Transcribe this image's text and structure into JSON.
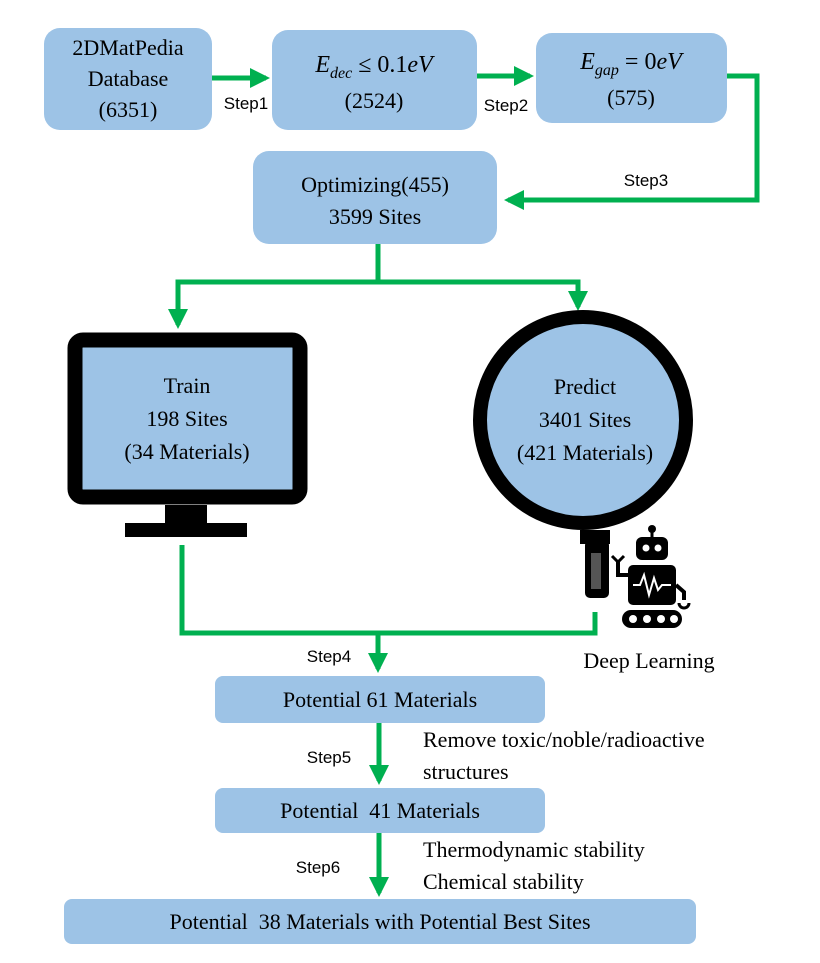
{
  "nodes": {
    "db": {
      "line1": "2DMatPedia",
      "line2": "Database",
      "line3": "(6351)"
    },
    "edec": {
      "var": "E",
      "sub": "dec",
      "rel": " ≤ 0.1",
      "unit": "eV",
      "count": "(2524)"
    },
    "egap": {
      "var": "E",
      "sub": "gap",
      "rel": " = 0",
      "unit": "eV",
      "count": "(575)"
    },
    "opt": {
      "line1": "Optimizing(455)",
      "line2": "3599 Sites"
    },
    "train": {
      "line1": "Train",
      "line2": "198 Sites",
      "line3": "(34 Materials)"
    },
    "predict": {
      "line1": "Predict",
      "line2": "3401 Sites",
      "line3": "(421 Materials)"
    },
    "dl": {
      "label": "Deep Learning"
    },
    "pot61": {
      "label": "Potential 61 Materials"
    },
    "pot41": {
      "label": "Potential  41 Materials"
    },
    "pot38": {
      "label": "Potential  38 Materials with Potential Best Sites"
    }
  },
  "steps": {
    "s1": "Step1",
    "s2": "Step2",
    "s3": "Step3",
    "s4": "Step4",
    "s5": "Step5",
    "s6": "Step6"
  },
  "notes": {
    "step5_line1": "Remove toxic/noble/radioactive",
    "step5_line2": "structures",
    "step6_line1": "Thermodynamic stability",
    "step6_line2": "Chemical stability"
  },
  "colors": {
    "box_fill": "#9dc3e6",
    "arrow": "#00b050",
    "outline": "#000000"
  },
  "icons": [
    "monitor-icon",
    "magnifier-icon",
    "robot-icon"
  ]
}
